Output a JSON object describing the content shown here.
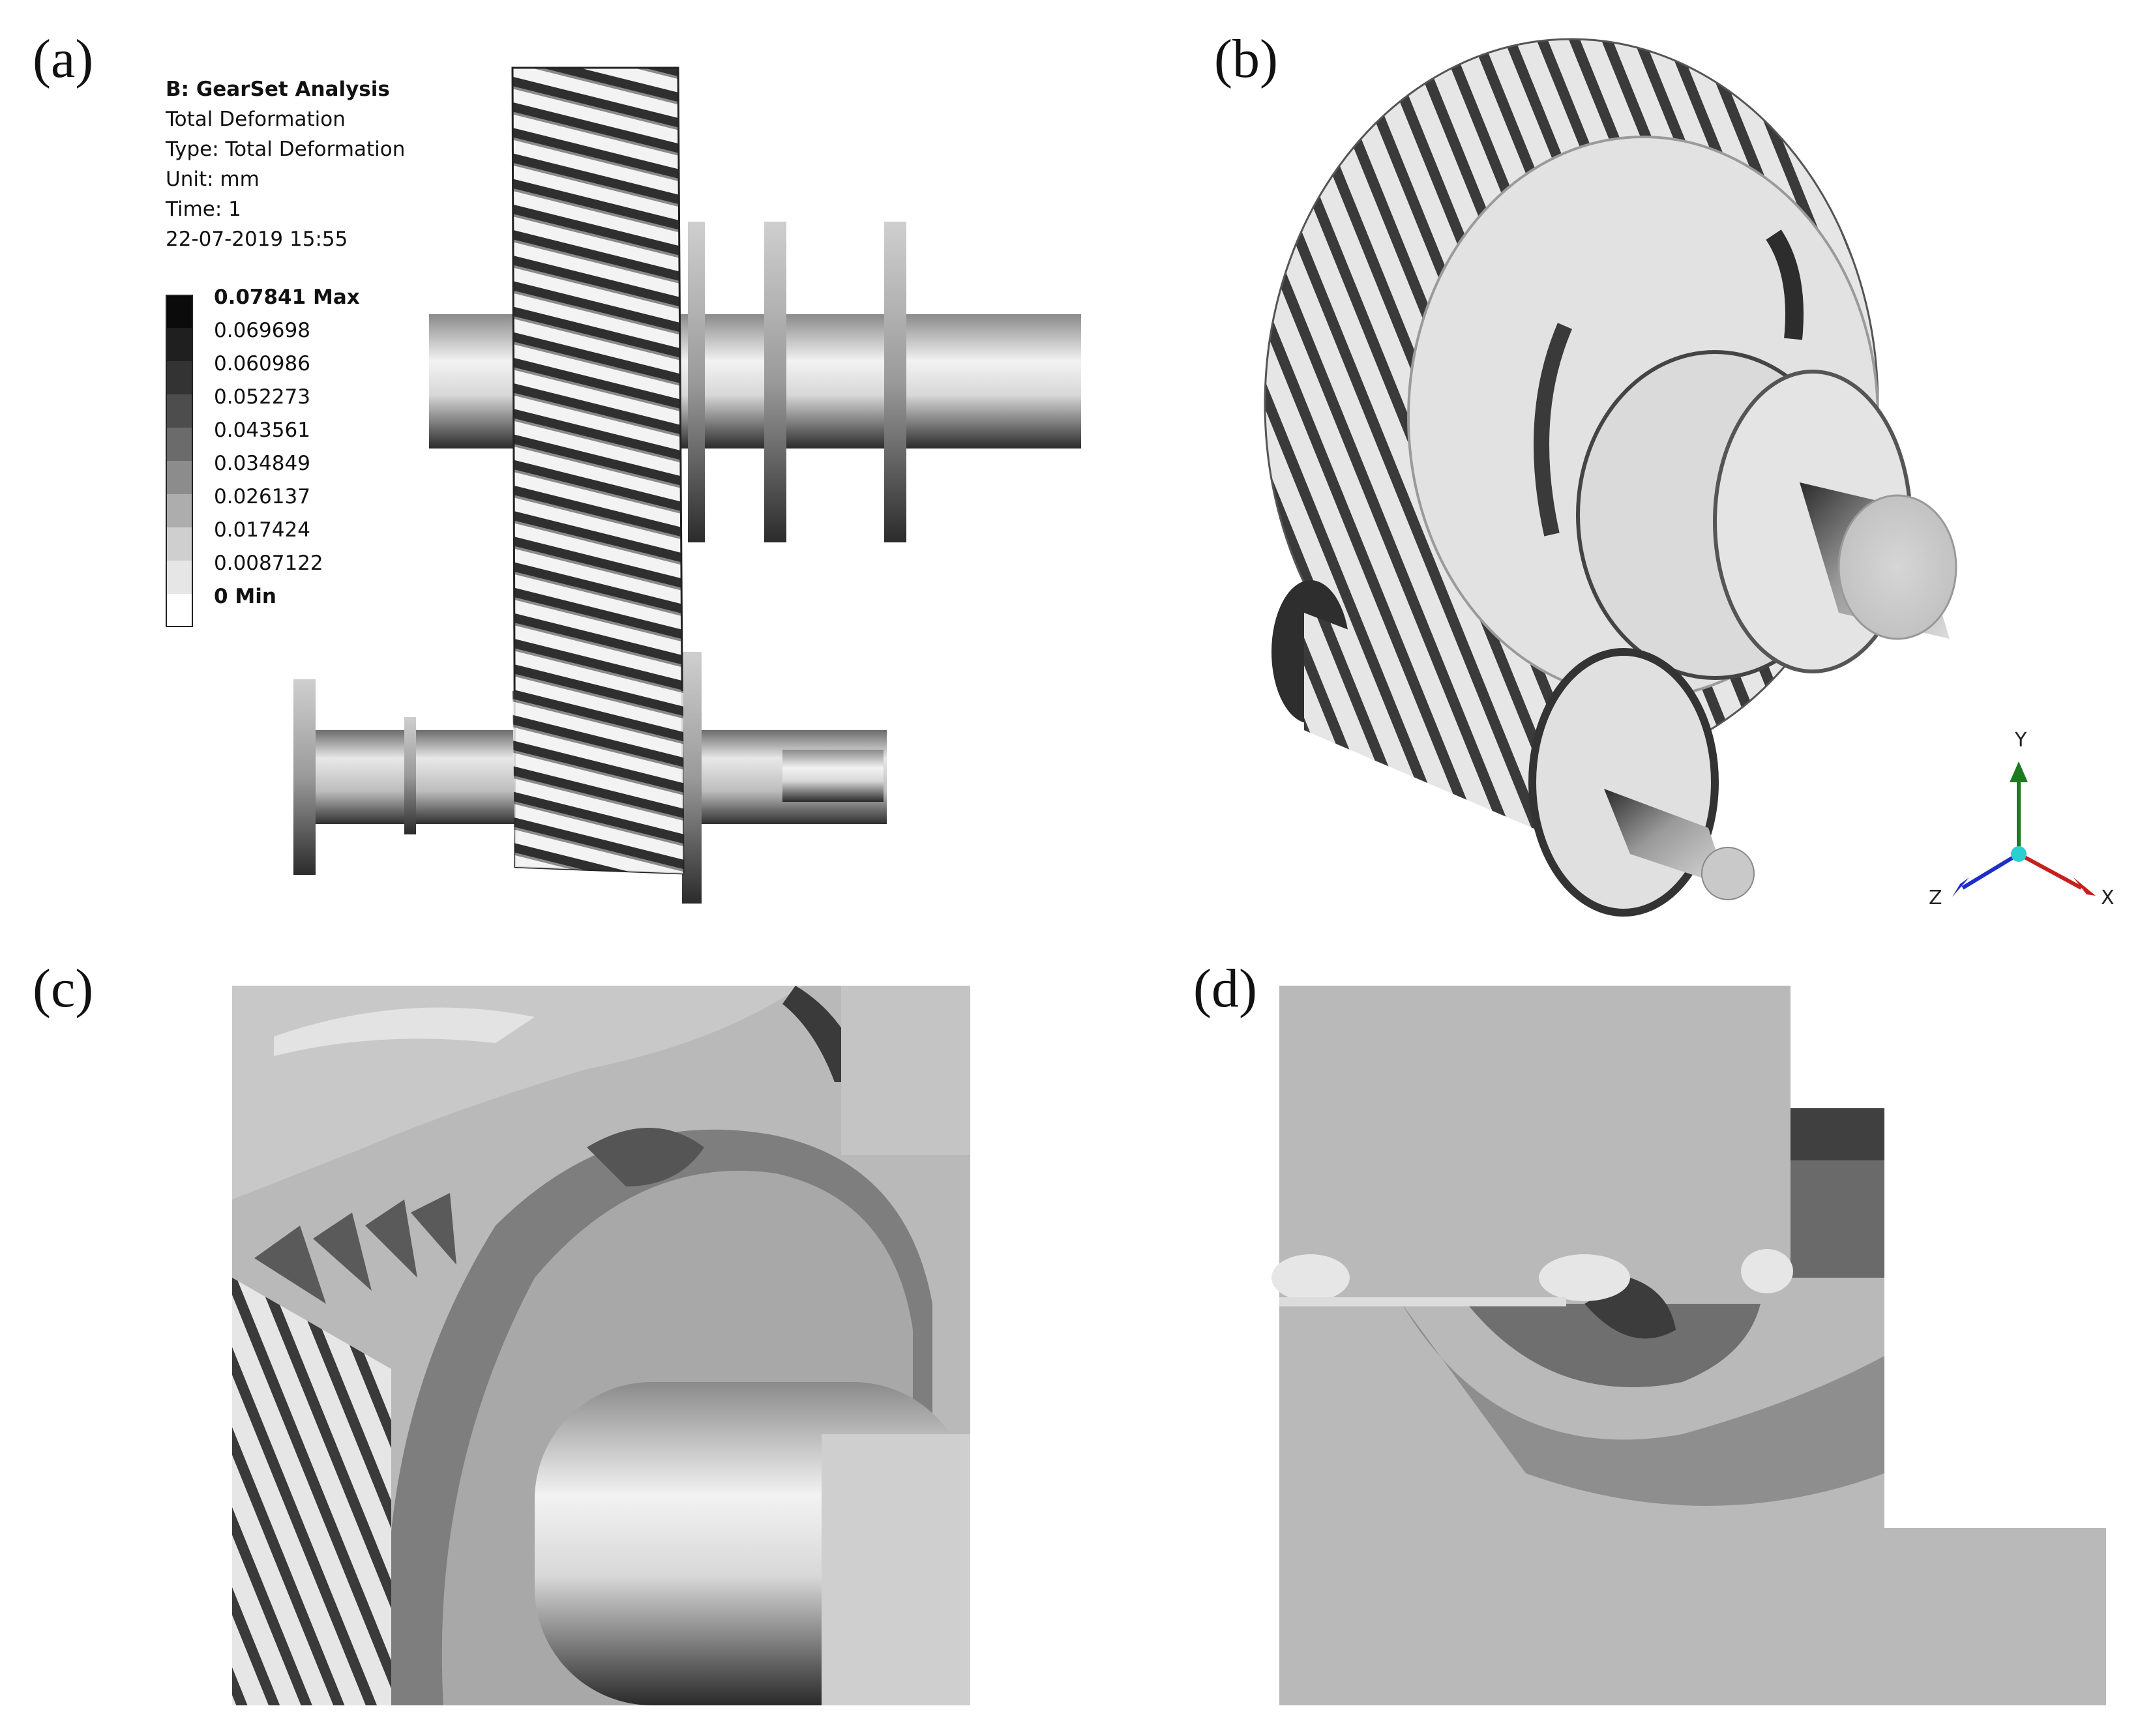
{
  "panels": {
    "a": {
      "label": "(a)",
      "header": [
        "B: GearSet Analysis",
        "Total Deformation",
        "Type: Total Deformation",
        "Unit: mm",
        "Time: 1",
        "22-07-2019 15:55"
      ],
      "legend": [
        {
          "value": "0.07841 Max",
          "color": "#0b0b0b",
          "bold": true
        },
        {
          "value": "0.069698",
          "color": "#1f1f1f",
          "bold": false
        },
        {
          "value": "0.060986",
          "color": "#333333",
          "bold": false
        },
        {
          "value": "0.052273",
          "color": "#4d4d4d",
          "bold": false
        },
        {
          "value": "0.043561",
          "color": "#6b6b6b",
          "bold": false
        },
        {
          "value": "0.034849",
          "color": "#8c8c8c",
          "bold": false
        },
        {
          "value": "0.026137",
          "color": "#adadad",
          "bold": false
        },
        {
          "value": "0.017424",
          "color": "#cfcfcf",
          "bold": false
        },
        {
          "value": "0.0087122",
          "color": "#e6e6e6",
          "bold": false
        },
        {
          "value": "0 Min",
          "color": "#ffffff",
          "bold": true
        }
      ]
    },
    "b": {
      "label": "(b)",
      "triad": {
        "y": "Y",
        "x": "X",
        "z": "Z",
        "y_color": "#1e7a1e",
        "x_color": "#c81e1e",
        "z_color": "#1e2ec8",
        "origin_color": "#2ad0d0"
      }
    },
    "c": {
      "label": "(c)"
    },
    "d": {
      "label": "(d)"
    }
  }
}
